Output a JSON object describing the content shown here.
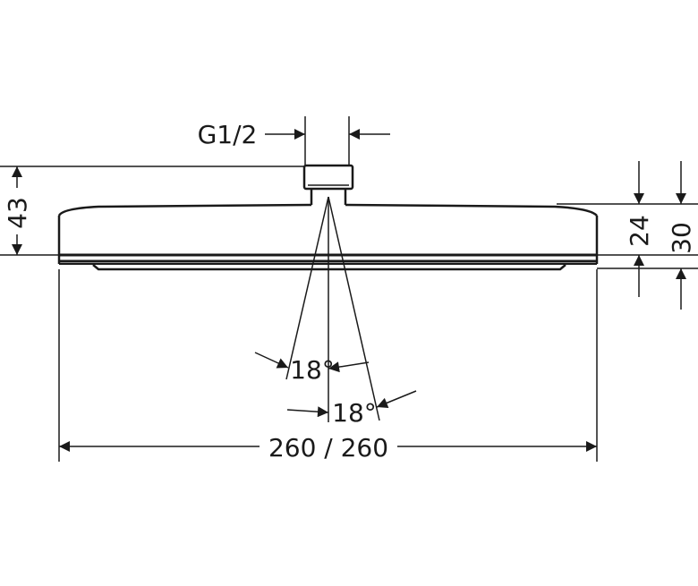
{
  "dimensions": {
    "thread": "G1/2",
    "total_height": "43",
    "head_thickness_inner": "24",
    "head_thickness_outer": "30",
    "spray_angle_upper": "18°",
    "spray_angle_lower": "18°",
    "diameter": "260 / 260"
  },
  "colors": {
    "line": "#1a1a1a",
    "background": "#ffffff"
  }
}
